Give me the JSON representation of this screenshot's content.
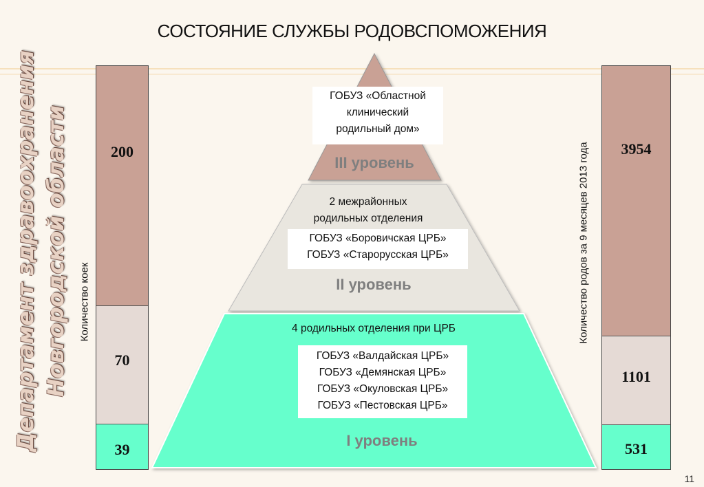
{
  "title": "СОСТОЯНИЕ СЛУЖБЫ РОДОВСПОМОЖЕНИЯ",
  "department": [
    "Департамент здравоохранения",
    "Новгородской области"
  ],
  "left_bar": {
    "label": "Количество  коек",
    "segments": [
      {
        "value": "200",
        "color": "#c9a195"
      },
      {
        "value": "70",
        "color": "#e5dad5"
      },
      {
        "value": "39",
        "color": "#66ffcc"
      }
    ]
  },
  "right_bar": {
    "label": "Количество родов за 9 месяцев 2013 года",
    "segments": [
      {
        "value": "3954",
        "color": "#c9a195"
      },
      {
        "value": "1101",
        "color": "#e5dad5"
      },
      {
        "value": "531",
        "color": "#66ffcc"
      }
    ]
  },
  "pyramid": {
    "level3": {
      "color": "#c9a195",
      "box_lines": [
        "ГОБУЗ «Областной",
        "клинический",
        "родильный дом»"
      ],
      "name": "III уровень"
    },
    "level2": {
      "color": "#e9e6df",
      "heading_lines": [
        "2 межрайонных",
        "родильных отделения"
      ],
      "box_lines": [
        "ГОБУЗ «Боровичская ЦРБ»",
        "ГОБУЗ «Старорусская ЦРБ»"
      ],
      "name": "II уровень"
    },
    "level1": {
      "color": "#66ffcc",
      "heading": "4 родильных отделения при ЦРБ",
      "box_lines": [
        "ГОБУЗ «Валдайская ЦРБ»",
        "ГОБУЗ «Демянская ЦРБ»",
        "ГОБУЗ «Окуловская ЦРБ»",
        "ГОБУЗ «Пестовская ЦРБ»"
      ],
      "name": "I уровень"
    }
  },
  "page_number": "11"
}
